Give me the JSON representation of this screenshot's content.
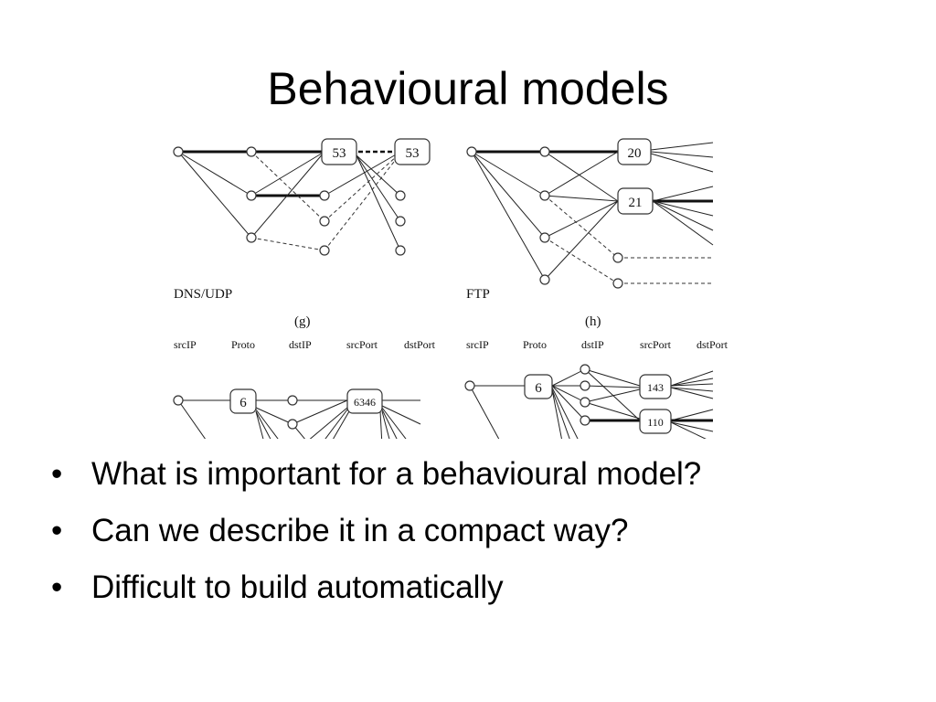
{
  "slide": {
    "title": "Behavioural models"
  },
  "figure": {
    "panel_g": {
      "protocol": "DNS/UDP",
      "caption": "(g)"
    },
    "panel_h": {
      "protocol": "FTP",
      "caption": "(h)"
    },
    "axis_labels_left": [
      "srcIP",
      "Proto",
      "dstIP",
      "srcPort",
      "dstPort"
    ],
    "axis_labels_right": [
      "srcIP",
      "Proto",
      "dstIP",
      "srcPort",
      "dstPort"
    ],
    "node_labels": {
      "g_srcport": "53",
      "g_dstport": "53",
      "h_srcport_a": "20",
      "h_srcport_b": "21",
      "g2_proto": "6",
      "g2_srcport": "6346",
      "h2_proto": "6",
      "h2_srcport_a": "143",
      "h2_srcport_b": "110"
    }
  },
  "bullets": [
    "What is important for a behavioural model?",
    "Can we describe it in a compact way?",
    "Difficult to build automatically"
  ]
}
